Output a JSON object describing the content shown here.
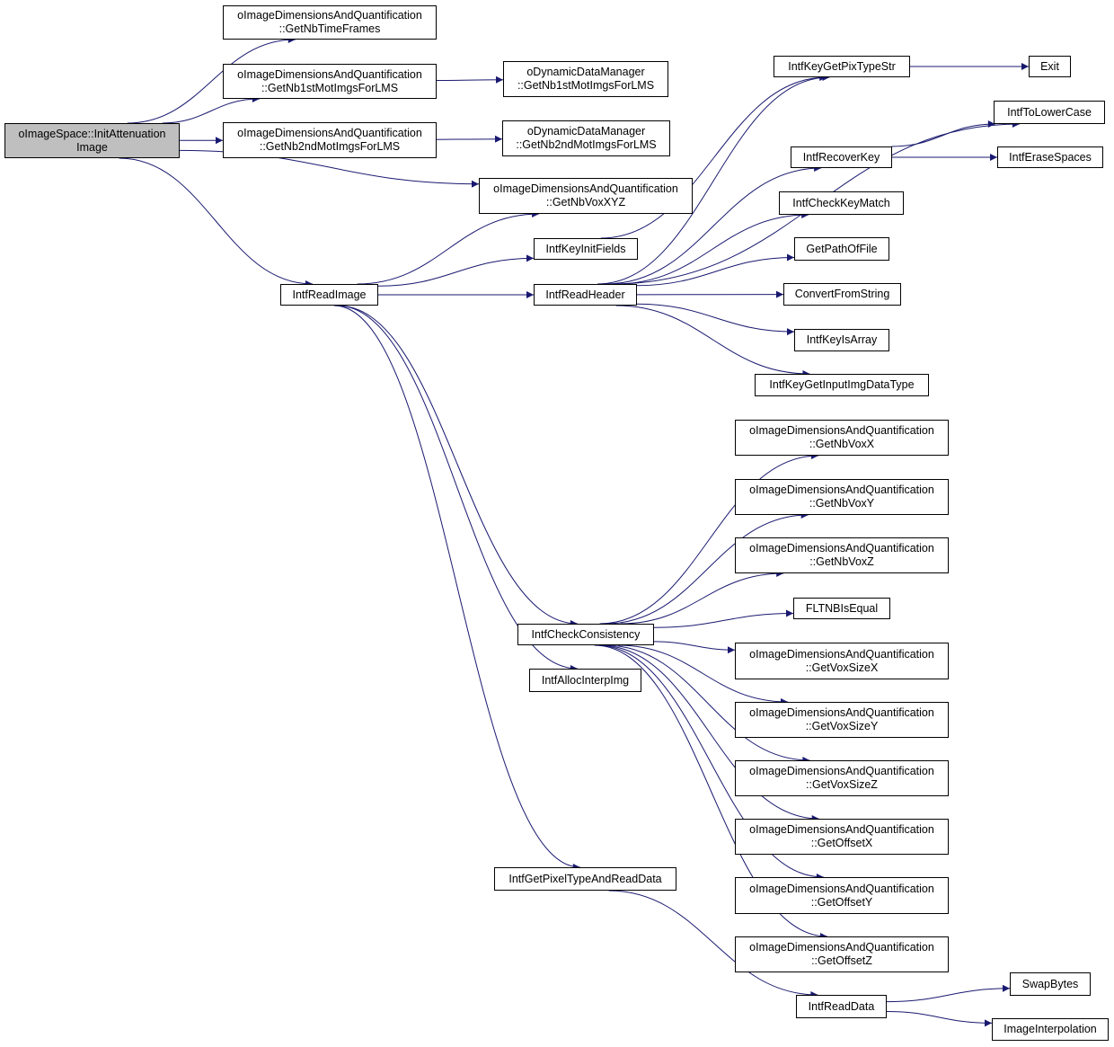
{
  "colors": {
    "edge": "#191970",
    "node_border": "#000000",
    "node_fill": "#ffffff",
    "root_fill": "#bfbfbf",
    "background": "#ffffff"
  },
  "nodes": {
    "root": [
      "oImageSpace::InitAttenuation",
      "Image"
    ],
    "getnbtimeframes": [
      "oImageDimensionsAndQuantification",
      "::GetNbTimeFrames"
    ],
    "getnb1stmot_idq": [
      "oImageDimensionsAndQuantification",
      "::GetNb1stMotImgsForLMS"
    ],
    "getnb2ndmot_idq": [
      "oImageDimensionsAndQuantification",
      "::GetNb2ndMotImgsForLMS"
    ],
    "getnb1stmot_ddm": [
      "oDynamicDataManager",
      "::GetNb1stMotImgsForLMS"
    ],
    "getnb2ndmot_ddm": [
      "oDynamicDataManager",
      "::GetNb2ndMotImgsForLMS"
    ],
    "getnbvoxxyz": [
      "oImageDimensionsAndQuantification",
      "::GetNbVoxXYZ"
    ],
    "intfreadimage": [
      "IntfReadImage"
    ],
    "intfkeyinitfields": [
      "IntfKeyInitFields"
    ],
    "intfreadheader": [
      "IntfReadHeader"
    ],
    "intfkeygetpixtypestr": [
      "IntfKeyGetPixTypeStr"
    ],
    "exit": [
      "Exit"
    ],
    "intftolowercase": [
      "IntfToLowerCase"
    ],
    "intfrecoverkey": [
      "IntfRecoverKey"
    ],
    "intferasespaces": [
      "IntfEraseSpaces"
    ],
    "intfcheckkeymatch": [
      "IntfCheckKeyMatch"
    ],
    "getpathoffile": [
      "GetPathOfFile"
    ],
    "convertfromstring": [
      "ConvertFromString"
    ],
    "intfkeyisarray": [
      "IntfKeyIsArray"
    ],
    "intfkeygetinputimgdatatype": [
      "IntfKeyGetInputImgDataType"
    ],
    "getnbvoxx": [
      "oImageDimensionsAndQuantification",
      "::GetNbVoxX"
    ],
    "getnbvoxy": [
      "oImageDimensionsAndQuantification",
      "::GetNbVoxY"
    ],
    "getnbvoxz": [
      "oImageDimensionsAndQuantification",
      "::GetNbVoxZ"
    ],
    "fltnbisequal": [
      "FLTNBIsEqual"
    ],
    "intfcheckconsistency": [
      "IntfCheckConsistency"
    ],
    "getvoxsizex": [
      "oImageDimensionsAndQuantification",
      "::GetVoxSizeX"
    ],
    "intfallocinterpimg": [
      "IntfAllocInterpImg"
    ],
    "getvoxsizey": [
      "oImageDimensionsAndQuantification",
      "::GetVoxSizeY"
    ],
    "getvoxsizez": [
      "oImageDimensionsAndQuantification",
      "::GetVoxSizeZ"
    ],
    "getoffsetx": [
      "oImageDimensionsAndQuantification",
      "::GetOffsetX"
    ],
    "getoffsety": [
      "oImageDimensionsAndQuantification",
      "::GetOffsetY"
    ],
    "intfgetpixeltypeandreaddata": [
      "IntfGetPixelTypeAndReadData"
    ],
    "getoffsetz": [
      "oImageDimensionsAndQuantification",
      "::GetOffsetZ"
    ],
    "intfreaddata": [
      "IntfReadData"
    ],
    "swapbytes": [
      "SwapBytes"
    ],
    "imageinterpolation": [
      "ImageInterpolation"
    ]
  },
  "edges": [
    [
      "root",
      "getnbtimeframes"
    ],
    [
      "root",
      "getnb1stmot_idq"
    ],
    [
      "root",
      "getnb2ndmot_idq"
    ],
    [
      "root",
      "getnbvoxxyz"
    ],
    [
      "root",
      "intfreadimage"
    ],
    [
      "getnb1stmot_idq",
      "getnb1stmot_ddm"
    ],
    [
      "getnb2ndmot_idq",
      "getnb2ndmot_ddm"
    ],
    [
      "intfreadimage",
      "getnbvoxxyz"
    ],
    [
      "intfreadimage",
      "intfkeyinitfields"
    ],
    [
      "intfreadimage",
      "intfreadheader"
    ],
    [
      "intfreadimage",
      "intfcheckconsistency"
    ],
    [
      "intfreadimage",
      "intfallocinterpimg"
    ],
    [
      "intfreadimage",
      "intfgetpixeltypeandreaddata"
    ],
    [
      "intfkeyinitfields",
      "intfkeygetpixtypestr"
    ],
    [
      "intfkeygetpixtypestr",
      "exit"
    ],
    [
      "intfreadheader",
      "intfkeygetpixtypestr"
    ],
    [
      "intfreadheader",
      "intftolowercase"
    ],
    [
      "intfreadheader",
      "intfrecoverkey"
    ],
    [
      "intfreadheader",
      "intfcheckkeymatch"
    ],
    [
      "intfreadheader",
      "getpathoffile"
    ],
    [
      "intfreadheader",
      "convertfromstring"
    ],
    [
      "intfreadheader",
      "intfkeyisarray"
    ],
    [
      "intfreadheader",
      "intfkeygetinputimgdatatype"
    ],
    [
      "intfrecoverkey",
      "intftolowercase"
    ],
    [
      "intfrecoverkey",
      "intferasespaces"
    ],
    [
      "intfcheckconsistency",
      "getnbvoxx"
    ],
    [
      "intfcheckconsistency",
      "getnbvoxy"
    ],
    [
      "intfcheckconsistency",
      "getnbvoxz"
    ],
    [
      "intfcheckconsistency",
      "fltnbisequal"
    ],
    [
      "intfcheckconsistency",
      "getvoxsizex"
    ],
    [
      "intfcheckconsistency",
      "getvoxsizey"
    ],
    [
      "intfcheckconsistency",
      "getvoxsizez"
    ],
    [
      "intfcheckconsistency",
      "getoffsetx"
    ],
    [
      "intfcheckconsistency",
      "getoffsety"
    ],
    [
      "intfcheckconsistency",
      "getoffsetz"
    ],
    [
      "intfgetpixeltypeandreaddata",
      "intfreaddata"
    ],
    [
      "intfreaddata",
      "swapbytes"
    ],
    [
      "intfreaddata",
      "imageinterpolation"
    ]
  ]
}
